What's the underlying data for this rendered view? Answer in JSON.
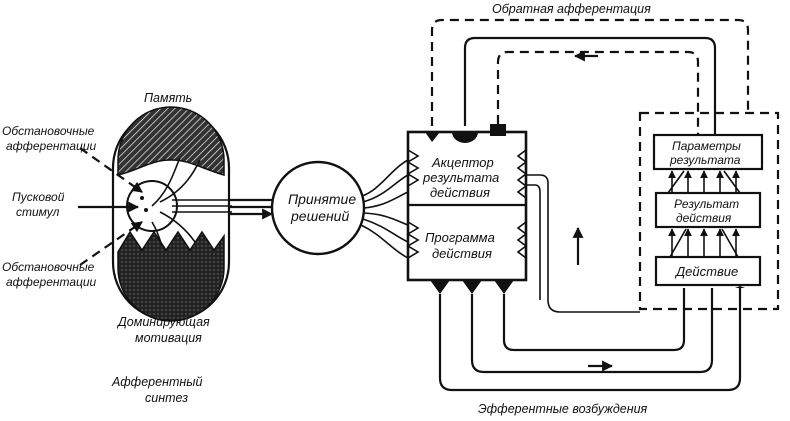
{
  "labels": {
    "memory": "Память",
    "situational_top_1": "Обстановочные",
    "situational_top_2": "афферентации",
    "trigger_1": "Пусковой",
    "trigger_2": "стимул",
    "situational_bottom_1": "Обстановочные",
    "situational_bottom_2": "афферентации",
    "motivation_1": "Доминирующая",
    "motivation_2": "мотивация",
    "afferent_synthesis_1": "Афферентный",
    "afferent_synthesis_2": "синтез",
    "decision_1": "Принятие",
    "decision_2": "решений",
    "acceptor_1": "Акцептор",
    "acceptor_2": "результата",
    "acceptor_3": "действия",
    "program_1": "Программа",
    "program_2": "действия",
    "params_1": "Параметры",
    "params_2": "результата",
    "result_1": "Результат",
    "result_2": "действия",
    "action": "Действие",
    "feedback": "Обратная афферентация",
    "efferent": "Эфферентные возбуждения"
  },
  "colors": {
    "ink": "#111111",
    "paper": "#ffffff"
  }
}
